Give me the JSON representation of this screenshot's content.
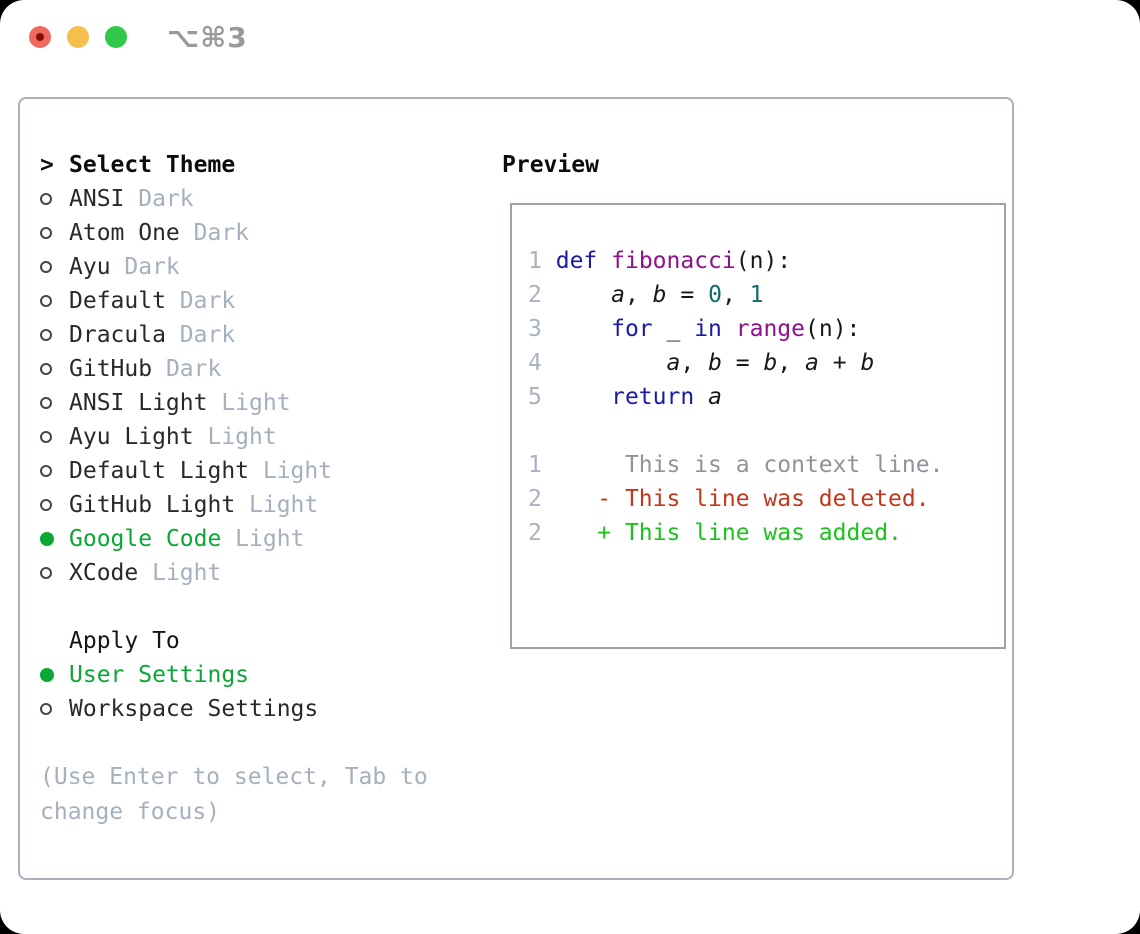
{
  "window": {
    "title": "⌥⌘3"
  },
  "theme_picker": {
    "prompt": ">",
    "title": "Select Theme",
    "themes": [
      {
        "label": "ANSI",
        "tag": "Dark",
        "selected": false
      },
      {
        "label": "Atom One",
        "tag": "Dark",
        "selected": false
      },
      {
        "label": "Ayu",
        "tag": "Dark",
        "selected": false
      },
      {
        "label": "Default",
        "tag": "Dark",
        "selected": false
      },
      {
        "label": "Dracula",
        "tag": "Dark",
        "selected": false
      },
      {
        "label": "GitHub",
        "tag": "Dark",
        "selected": false
      },
      {
        "label": "ANSI Light",
        "tag": "Light",
        "selected": false
      },
      {
        "label": "Ayu Light",
        "tag": "Light",
        "selected": false
      },
      {
        "label": "Default Light",
        "tag": "Light",
        "selected": false
      },
      {
        "label": "GitHub Light",
        "tag": "Light",
        "selected": false
      },
      {
        "label": "Google Code",
        "tag": "Light",
        "selected": true
      },
      {
        "label": "XCode",
        "tag": "Light",
        "selected": false
      }
    ]
  },
  "apply_to": {
    "title": "Apply To",
    "options": [
      {
        "label": "User Settings",
        "selected": true
      },
      {
        "label": "Workspace Settings",
        "selected": false
      }
    ]
  },
  "help_text": "(Use Enter to select, Tab to change focus)",
  "preview": {
    "title": "Preview",
    "code_lines": [
      {
        "num": "1",
        "tokens": [
          {
            "text": "def",
            "style": "kwd"
          },
          {
            "text": " ",
            "style": "pln"
          },
          {
            "text": "fibonacci",
            "style": "fun"
          },
          {
            "text": "(n):",
            "style": "pln"
          }
        ]
      },
      {
        "num": "2",
        "tokens": [
          {
            "text": "    ",
            "style": "pln"
          },
          {
            "text": "a",
            "style": "var"
          },
          {
            "text": ", ",
            "style": "pln"
          },
          {
            "text": "b",
            "style": "var"
          },
          {
            "text": " = ",
            "style": "pln"
          },
          {
            "text": "0",
            "style": "lit"
          },
          {
            "text": ", ",
            "style": "pln"
          },
          {
            "text": "1",
            "style": "lit"
          }
        ]
      },
      {
        "num": "3",
        "tokens": [
          {
            "text": "    ",
            "style": "pln"
          },
          {
            "text": "for",
            "style": "kwd"
          },
          {
            "text": " _ ",
            "style": "pln"
          },
          {
            "text": "in",
            "style": "kwd"
          },
          {
            "text": " ",
            "style": "pln"
          },
          {
            "text": "range",
            "style": "fun"
          },
          {
            "text": "(n):",
            "style": "pln"
          }
        ]
      },
      {
        "num": "4",
        "tokens": [
          {
            "text": "        ",
            "style": "pln"
          },
          {
            "text": "a",
            "style": "var"
          },
          {
            "text": ", ",
            "style": "pln"
          },
          {
            "text": "b",
            "style": "var"
          },
          {
            "text": " = ",
            "style": "pln"
          },
          {
            "text": "b",
            "style": "var"
          },
          {
            "text": ", ",
            "style": "pln"
          },
          {
            "text": "a",
            "style": "var"
          },
          {
            "text": " + ",
            "style": "pln"
          },
          {
            "text": "b",
            "style": "var"
          }
        ]
      },
      {
        "num": "5",
        "tokens": [
          {
            "text": "    ",
            "style": "pln"
          },
          {
            "text": "return",
            "style": "kwd"
          },
          {
            "text": " ",
            "style": "pln"
          },
          {
            "text": "a",
            "style": "var"
          }
        ]
      }
    ],
    "diff_lines": [
      {
        "num": "1",
        "marker": " ",
        "text": "This is a context line.",
        "type": "context"
      },
      {
        "num": "2",
        "marker": "-",
        "text": "This line was deleted.",
        "type": "deleted"
      },
      {
        "num": "2",
        "marker": "+",
        "text": "This line was added.",
        "type": "added"
      }
    ]
  },
  "colors": {
    "panel_border": "#a9b2bc",
    "preview_box_border": "#9aa3ad",
    "item_text": "#26292e",
    "tag_gray": "#a6b0bd",
    "help_gray": "#a6b0bd",
    "line_number_gray": "#a8b2c0",
    "context_gray": "#8f949a",
    "selection_green": "#0ba734",
    "added_green": "#1cc21c",
    "deleted_red": "#c0391e",
    "keyword_blue": "#1b19a8",
    "function_purple": "#8d108d",
    "literal_teal": "#0e6b6b",
    "plain_code": "#17181a",
    "traffic_red": "#ee6a5e",
    "traffic_red_dot": "#861009",
    "traffic_yellow": "#f5bf4d",
    "traffic_green": "#31c748",
    "titlebar_text": "#98999b"
  }
}
